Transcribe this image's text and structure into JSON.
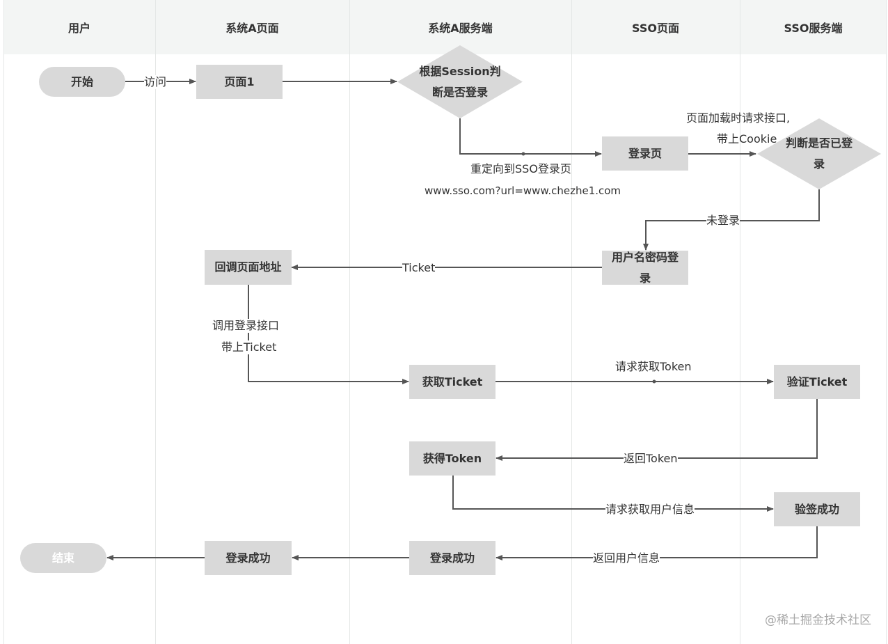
{
  "lanes": [
    "用户",
    "系统A页面",
    "系统A服务端",
    "SSO页面",
    "SSO服务端"
  ],
  "nodes": {
    "start": "开始",
    "page1": "页面1",
    "check_session": [
      "根据Session判",
      "断是否登录"
    ],
    "login_page": "登录页",
    "check_logged_in": [
      "判断是否已登",
      "录"
    ],
    "username_login": [
      "用户名密码登",
      "录"
    ],
    "callback": "回调页面地址",
    "get_ticket": "获取Ticket",
    "verify_ticket": "验证Ticket",
    "got_token": "获得Token",
    "signature_ok": "验签成功",
    "login_success_server": "登录成功",
    "login_success_page": "登录成功",
    "end": "结束"
  },
  "edge_labels": {
    "visit": "访问",
    "redirect_line1": "重定向到SSO登录页",
    "redirect_line2": "www.sso.com?url=www.chezhe1.com",
    "page_load_line1": "页面加载时请求接口,",
    "page_load_line2": "带上Cookie",
    "not_logged_in": "未登录",
    "ticket": "Ticket",
    "call_login_line1": "调用登录接口",
    "call_login_line2": "带上Ticket",
    "request_token": "请求获取Token",
    "return_token": "返回Token",
    "request_userinfo": "请求获取用户信息",
    "return_userinfo": "返回用户信息"
  },
  "watermark": "@稀土掘金技术社区",
  "colors": {
    "node_fill": "#d9d9d9",
    "edge": "#555555",
    "header_bg": "#f3f5f4",
    "text": "#333333"
  }
}
